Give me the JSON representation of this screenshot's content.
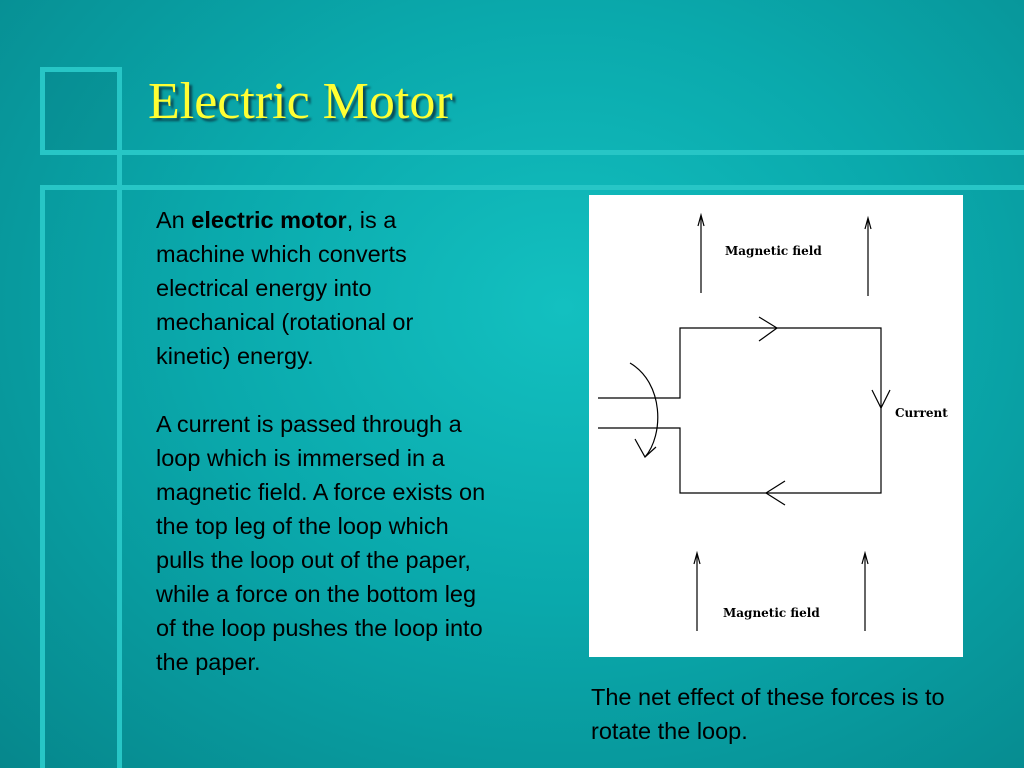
{
  "slide": {
    "title": "Electric Motor",
    "paragraph1": {
      "prefix": "An ",
      "bold_term": "electric motor",
      "rest": ", is a machine which converts electrical energy into mechanical (rotational or kinetic) energy."
    },
    "paragraph2": "A current is passed through a loop which is immersed in a magnetic field. A force exists on the top leg of the loop which pulls the loop out of the paper, while a force on the bottom leg of the loop pushes the loop into the paper.",
    "caption": "The net effect of these forces is to rotate the loop."
  },
  "figure": {
    "label_top": "Magnetic field",
    "label_current": "Current",
    "label_bottom": "Magnetic field"
  },
  "colors": {
    "background": "#0aa9ac",
    "title": "#ffff33",
    "frame_lines": "#27c6c6",
    "figure_background": "#ffffff"
  }
}
